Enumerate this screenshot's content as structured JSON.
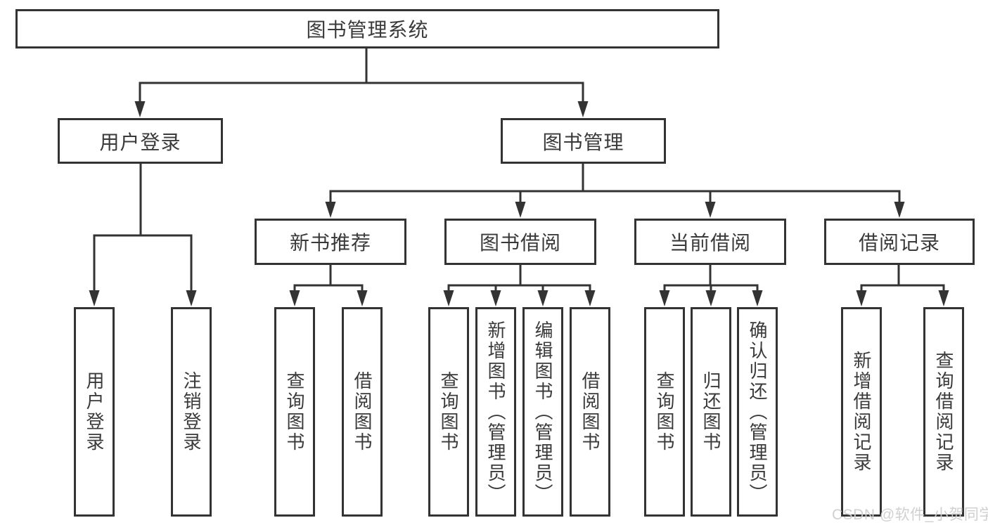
{
  "tree": {
    "label": "图书管理系统",
    "children": [
      {
        "label": "用户登录",
        "children": [
          {
            "label": "用户登录"
          },
          {
            "label": "注销登录"
          }
        ]
      },
      {
        "label": "图书管理",
        "children": [
          {
            "label": "新书推荐",
            "children": [
              {
                "label": "查询图书"
              },
              {
                "label": "借阅图书"
              }
            ]
          },
          {
            "label": "图书借阅",
            "children": [
              {
                "label": "查询图书"
              },
              {
                "label": "新增图书（管理员）"
              },
              {
                "label": "编辑图书（管理员）"
              },
              {
                "label": "借阅图书"
              }
            ]
          },
          {
            "label": "当前借阅",
            "children": [
              {
                "label": "查询图书"
              },
              {
                "label": "归还图书"
              },
              {
                "label": "确认归还（管理员）"
              }
            ]
          },
          {
            "label": "借阅记录",
            "children": [
              {
                "label": "新增借阅记录"
              },
              {
                "label": "查询借阅记录"
              }
            ]
          }
        ]
      }
    ]
  },
  "watermark": "CSDN @软件_小贺同学",
  "colors": {
    "line": "#333333",
    "box_border": "#333333",
    "text": "#3a3a3a",
    "background": "#ffffff",
    "watermark": "#cdcdcd"
  }
}
